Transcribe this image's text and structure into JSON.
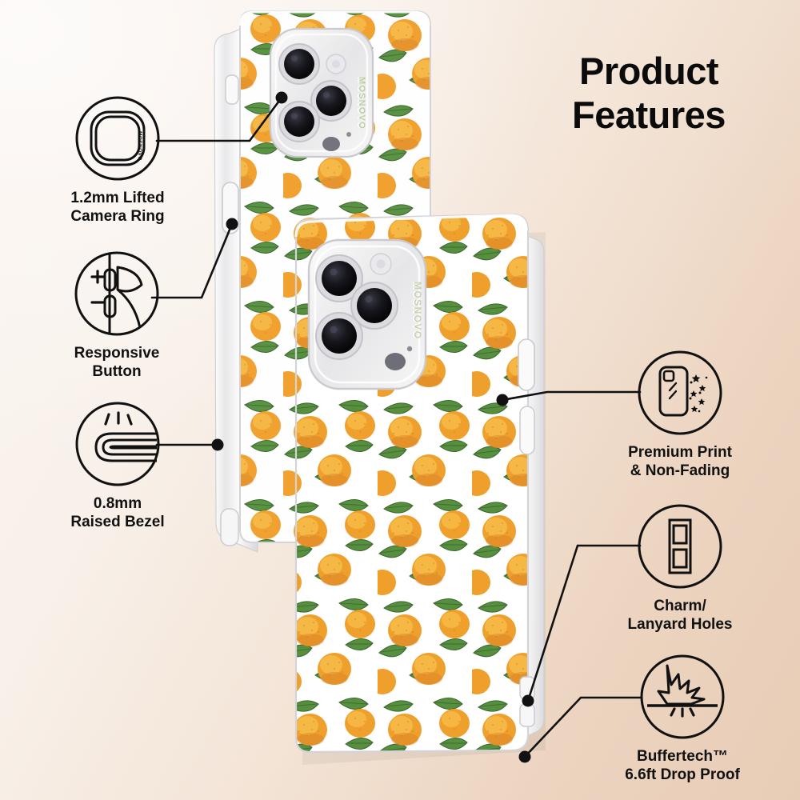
{
  "page": {
    "title_line1": "Product",
    "title_line2": "Features",
    "brand": "MOSNOVO",
    "background_left_color": "#fbf7f4",
    "background_right_color": "#e8cdb6",
    "line_color": "#111111",
    "text_color": "#0b0b0b"
  },
  "product": {
    "type": "clear phone case",
    "pattern_name": "orange / citrus fruit print",
    "pattern_colors": {
      "fruit": "#f0971f",
      "fruit_highlight": "#f9c249",
      "leaf": "#3e7a2e",
      "leaf_light": "#6fa64a",
      "case_clear": "#ffffff"
    },
    "views": [
      {
        "id": "back-phone",
        "label": "rear angled case view"
      },
      {
        "id": "front-phone",
        "label": "front angled case view"
      }
    ]
  },
  "features": [
    {
      "id": "lifted-camera-ring",
      "icon": "camera-ring-icon",
      "caption": "1.2mm Lifted\nCamera Ring",
      "side": "left"
    },
    {
      "id": "responsive-button",
      "icon": "volume-button-press-icon",
      "caption": "Responsive\nButton",
      "side": "left",
      "icon_glyphs": [
        "+",
        "−"
      ]
    },
    {
      "id": "raised-bezel",
      "icon": "raised-bezel-icon",
      "caption": "0.8mm\nRaised Bezel",
      "side": "left"
    },
    {
      "id": "premium-print",
      "icon": "printed-case-sparkle-icon",
      "caption": "Premium Print\n& Non-Fading",
      "side": "right"
    },
    {
      "id": "charm-lanyard-holes",
      "icon": "lanyard-holes-icon",
      "caption": "Charm/\nLanyard Holes",
      "side": "right"
    },
    {
      "id": "drop-proof",
      "icon": "impact-burst-icon",
      "caption": "Buffertech™\n6.6ft Drop Proof",
      "side": "right"
    }
  ]
}
